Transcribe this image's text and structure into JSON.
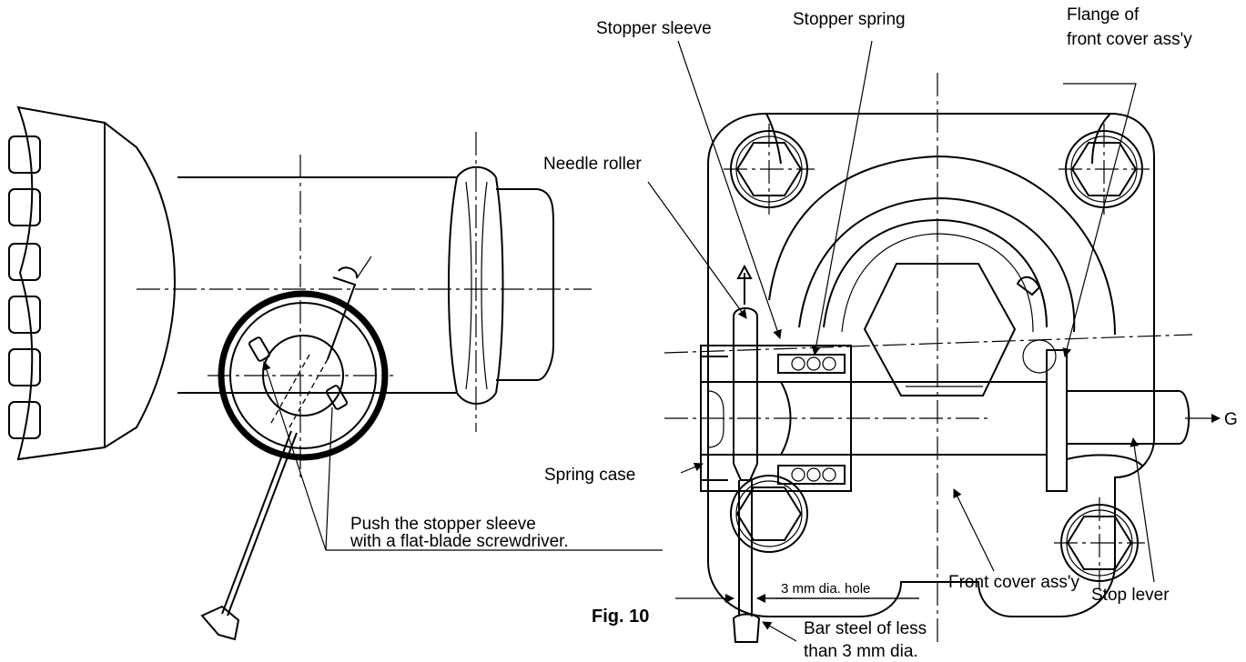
{
  "figure": {
    "caption": "Fig. 10"
  },
  "labels": {
    "stopper_sleeve": "Stopper sleeve",
    "stopper_spring": "Stopper spring",
    "flange_line1": "Flange of",
    "flange_line2": "front cover ass'y",
    "needle_roller": "Needle roller",
    "spring_case": "Spring case",
    "push_line1": "Push the stopper sleeve",
    "push_line2": "with a flat-blade screwdriver.",
    "hole_dim": "3 mm dia. hole",
    "front_cover": "Front cover ass'y",
    "bar_line1": "Bar steel of less",
    "bar_line2": "than 3 mm dia.",
    "stop_lever": "Stop lever",
    "direction_g": "G"
  }
}
